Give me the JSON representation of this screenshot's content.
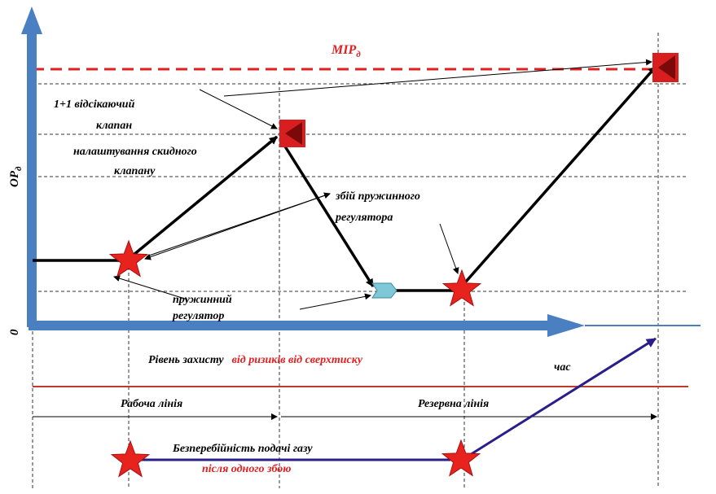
{
  "diagram": {
    "y_axis_label": "OP",
    "y_axis_label_sub": "д",
    "origin_label": "0",
    "max_line_label": "MIP",
    "max_line_label_sub": "д",
    "relief_valve_label_1": "1+1 відсікаючий",
    "relief_valve_label_2": "клапан",
    "relief_valve_label_3": "налаштування скидного",
    "relief_valve_label_4": "клапану",
    "failure_label_1": "збій пружинного",
    "failure_label_2": "регулятора",
    "spring_regulator_label_1": "пружинний",
    "spring_regulator_label_2": "регулятор",
    "protection_prefix": "Рівень захисту",
    "protection_suffix": "від ризиків від сверхтиску",
    "time_label": "час",
    "working_line_label": "Рабоча лінія",
    "reserve_line_label": "Резервна лінія",
    "continuity_label": "Безперебійність подачі газу",
    "after_failure_label": "після одного збою"
  },
  "colors": {
    "axis_blue": "#4a7fc1",
    "max_red": "#e02020",
    "protection_line": "#c0392b",
    "continuity_line": "#2a1f8a",
    "star_red": "#e8231e",
    "valve_red": "#d81e1e",
    "device_cyan": "#7ec8d8"
  }
}
